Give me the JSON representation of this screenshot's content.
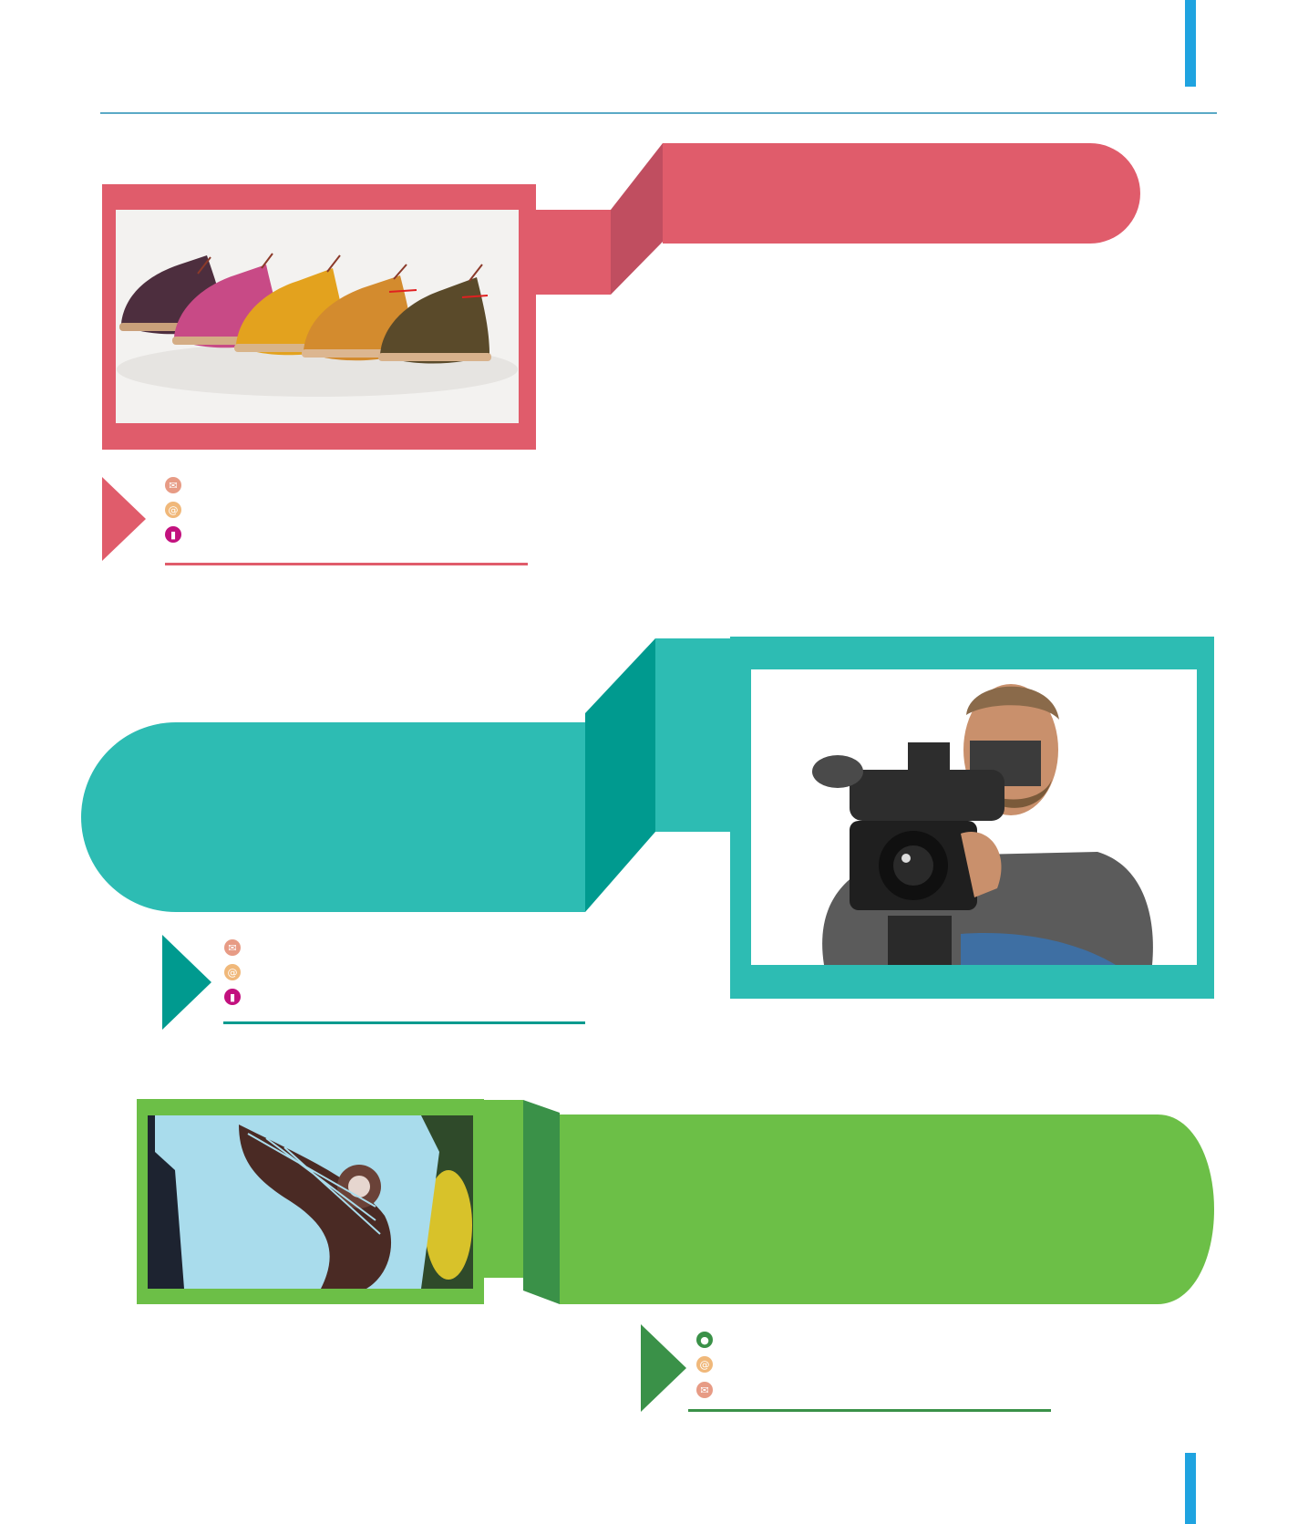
{
  "colors": {
    "accent_blue": "#1fa3e0",
    "rule_blue": "#5aa9c6",
    "red": "#e05c6b",
    "red_dark": "#c04e60",
    "teal": "#2dbcb3",
    "teal_dark": "#009a8f",
    "green": "#6cbf47",
    "green_dark": "#3a9148"
  },
  "sections": [
    {
      "id": "shoes",
      "image": "leather-shoes-photo",
      "heading": "",
      "contacts": [
        {
          "icon": "envelope-icon",
          "symbol": "✉",
          "color": "#e79b85",
          "value": ""
        },
        {
          "icon": "at-sign-icon",
          "symbol": "@",
          "color": "#f0b87a",
          "value": ""
        },
        {
          "icon": "phone-icon",
          "symbol": "▮",
          "color": "#c2117e",
          "value": ""
        }
      ]
    },
    {
      "id": "camera",
      "image": "cameraman-photo",
      "heading": "",
      "contacts": [
        {
          "icon": "envelope-icon",
          "symbol": "✉",
          "color": "#e79b85",
          "value": ""
        },
        {
          "icon": "at-sign-icon",
          "symbol": "@",
          "color": "#f0b87a",
          "value": ""
        },
        {
          "icon": "phone-icon",
          "symbol": "▮",
          "color": "#c2117e",
          "value": ""
        }
      ]
    },
    {
      "id": "tshirt",
      "image": "crocodile-tshirt-photo",
      "heading": "",
      "contacts": [
        {
          "icon": "location-icon",
          "symbol": "●",
          "color": "#3a9148",
          "value": ""
        },
        {
          "icon": "at-sign-icon",
          "symbol": "@",
          "color": "#f0b87a",
          "value": ""
        },
        {
          "icon": "envelope-icon",
          "symbol": "✉",
          "color": "#e79b85",
          "value": ""
        }
      ]
    }
  ]
}
